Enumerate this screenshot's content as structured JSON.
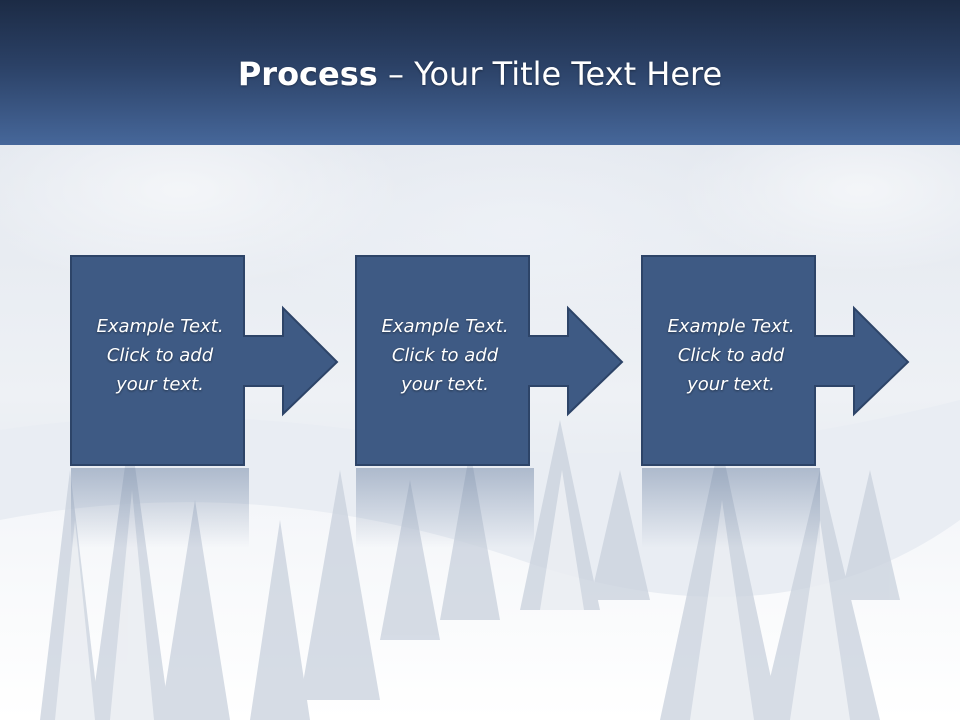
{
  "slide": {
    "title_bold": "Process",
    "title_rest": " – Your Title Text Here",
    "steps": [
      {
        "line1": "Example Text.",
        "line2": "Click  to add",
        "line3": "your text."
      },
      {
        "line1": "Example Text.",
        "line2": "Click  to add",
        "line3": "your text."
      },
      {
        "line1": "Example Text.",
        "line2": "Click  to add",
        "line3": "your text."
      }
    ]
  },
  "colors": {
    "header_top": "#1c2b45",
    "header_bottom": "#46679a",
    "shape_fill": "#3e5a84",
    "shape_border": "#2d4468",
    "text": "#ffffff"
  },
  "background": "snowy-forest"
}
